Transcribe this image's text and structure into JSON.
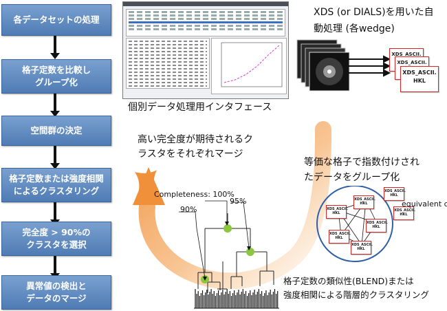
{
  "steps": [
    {
      "lines": [
        "各データセットの処理"
      ]
    },
    {
      "lines": [
        "格子定数を比較し",
        "グループ化"
      ]
    },
    {
      "lines": [
        "空間群の決定"
      ]
    },
    {
      "lines": [
        "格子定数または強度相関",
        "によるクラスタリング"
      ]
    },
    {
      "lines": [
        "完全度 > 90%の",
        "クラスタを選択"
      ]
    },
    {
      "lines": [
        "異常値の検出と",
        "データのマージ"
      ]
    }
  ],
  "xds_label": {
    "line1": "XDS (or DIALS)を用いた自",
    "line2": "動処理 (各wedge)"
  },
  "interface_caption": "個別データ処理用インタフェース",
  "hkl_file": {
    "line1": "XDS_ASCII.",
    "line2": "HKL"
  },
  "grouping_label": {
    "line1": "等価な格子で指数付けされ",
    "line2": "たデータをグループ化"
  },
  "equivalent_cell_label": "equivalent cell",
  "expectation_label": {
    "line1": "高い完全度が期待されるク",
    "line2": "ラスタをそれぞれマージ"
  },
  "completeness": {
    "c100": "Completeness: 100%",
    "c95": "95%",
    "c90": "90%"
  },
  "clustering_label": {
    "line1": "格子定数の類似性(BLEND)または",
    "line2": "強度相関による階層的クラスタリング"
  },
  "colors": {
    "step_fill": "#5b86bf",
    "node": "#8dc63f",
    "arc": "#f3a65a",
    "circle": "#2f5fa8",
    "file_border": "#dd2222"
  }
}
